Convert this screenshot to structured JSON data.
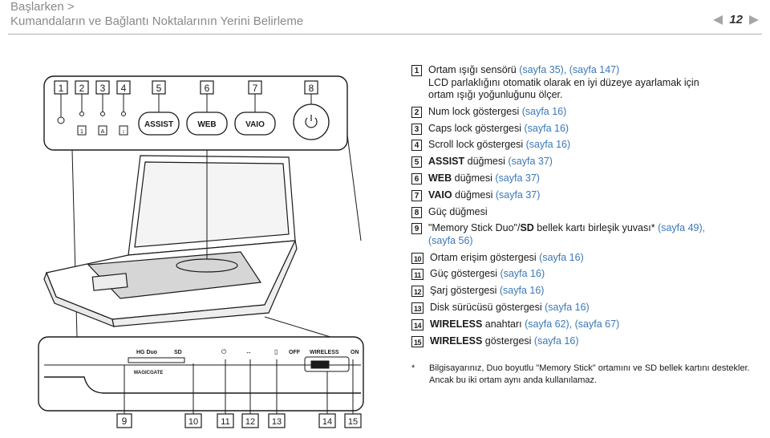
{
  "header": {
    "breadcrumb": "Başlarken >",
    "title": "Kumandaların ve Bağlantı Noktalarının Yerini Belirleme",
    "page_number": "12"
  },
  "items": [
    {
      "num": "1",
      "lines": [
        [
          {
            "t": "Ortam ışığı sensörü "
          },
          {
            "t": "(sayfa 35), (sayfa 147)",
            "link": true
          }
        ],
        [
          {
            "t": "LCD parlaklığını otomatik olarak en iyi düzeye ayarlamak için"
          }
        ],
        [
          {
            "t": "ortam ışığı yoğunluğunu ölçer."
          }
        ]
      ]
    },
    {
      "num": "2",
      "lines": [
        [
          {
            "t": "Num lock göstergesi "
          },
          {
            "t": "(sayfa 16)",
            "link": true
          }
        ]
      ]
    },
    {
      "num": "3",
      "lines": [
        [
          {
            "t": "Caps lock göstergesi "
          },
          {
            "t": "(sayfa 16)",
            "link": true
          }
        ]
      ]
    },
    {
      "num": "4",
      "lines": [
        [
          {
            "t": "Scroll lock göstergesi "
          },
          {
            "t": "(sayfa 16)",
            "link": true
          }
        ]
      ]
    },
    {
      "num": "5",
      "lines": [
        [
          {
            "t": "ASSIST",
            "b": true
          },
          {
            "t": " düğmesi "
          },
          {
            "t": "(sayfa 37)",
            "link": true
          }
        ]
      ]
    },
    {
      "num": "6",
      "lines": [
        [
          {
            "t": "WEB",
            "b": true
          },
          {
            "t": " düğmesi "
          },
          {
            "t": "(sayfa 37)",
            "link": true
          }
        ]
      ]
    },
    {
      "num": "7",
      "lines": [
        [
          {
            "t": "VAIO",
            "b": true
          },
          {
            "t": " düğmesi "
          },
          {
            "t": "(sayfa 37)",
            "link": true
          }
        ]
      ]
    },
    {
      "num": "8",
      "lines": [
        [
          {
            "t": "Güç düğmesi"
          }
        ]
      ]
    },
    {
      "num": "9",
      "lines": [
        [
          {
            "t": "\"Memory Stick Duo\"/"
          },
          {
            "t": "SD",
            "b": true
          },
          {
            "t": " bellek kartı birleşik yuvası* "
          },
          {
            "t": "(sayfa 49),",
            "link": true
          }
        ],
        [
          {
            "t": "(sayfa 56)",
            "link": true
          }
        ]
      ]
    },
    {
      "num": "10",
      "lines": [
        [
          {
            "t": "Ortam erişim göstergesi "
          },
          {
            "t": "(sayfa 16)",
            "link": true
          }
        ]
      ]
    },
    {
      "num": "11",
      "lines": [
        [
          {
            "t": "Güç göstergesi "
          },
          {
            "t": "(sayfa 16)",
            "link": true
          }
        ]
      ]
    },
    {
      "num": "12",
      "lines": [
        [
          {
            "t": "Şarj göstergesi "
          },
          {
            "t": "(sayfa 16)",
            "link": true
          }
        ]
      ]
    },
    {
      "num": "13",
      "lines": [
        [
          {
            "t": "Disk sürücüsü göstergesi "
          },
          {
            "t": "(sayfa 16)",
            "link": true
          }
        ]
      ]
    },
    {
      "num": "14",
      "lines": [
        [
          {
            "t": "WIRELESS",
            "b": true
          },
          {
            "t": " anahtarı "
          },
          {
            "t": "(sayfa 62), (sayfa 67)",
            "link": true
          }
        ]
      ]
    },
    {
      "num": "15",
      "lines": [
        [
          {
            "t": "WIRELESS",
            "b": true
          },
          {
            "t": " göstergesi "
          },
          {
            "t": "(sayfa 16)",
            "link": true
          }
        ]
      ]
    }
  ],
  "footnote": {
    "mark": "*",
    "text": "Bilgisayarınız, Duo boyutlu \"Memory Stick\" ortamını ve SD bellek kartını destekler. Ancak bu iki ortam aynı anda kullanılamaz."
  },
  "figure": {
    "top_callouts": [
      "1",
      "2",
      "3",
      "4",
      "5",
      "6",
      "7",
      "8"
    ],
    "bottom_callouts": [
      "9",
      "10",
      "11",
      "12",
      "13",
      "14",
      "15"
    ],
    "buttons": {
      "assist": "ASSIST",
      "web": "WEB",
      "vaio": "VAIO"
    },
    "front_labels": {
      "hg_duo": "HG Duo",
      "sd": "SD",
      "off": "OFF",
      "wireless": "WIRELESS",
      "on": "ON",
      "magicgate": "MAGICGATE"
    }
  },
  "colors": {
    "link": "#3b78b8",
    "header_text": "#8a8a8a",
    "page_arrow": "#a6a6a6"
  }
}
